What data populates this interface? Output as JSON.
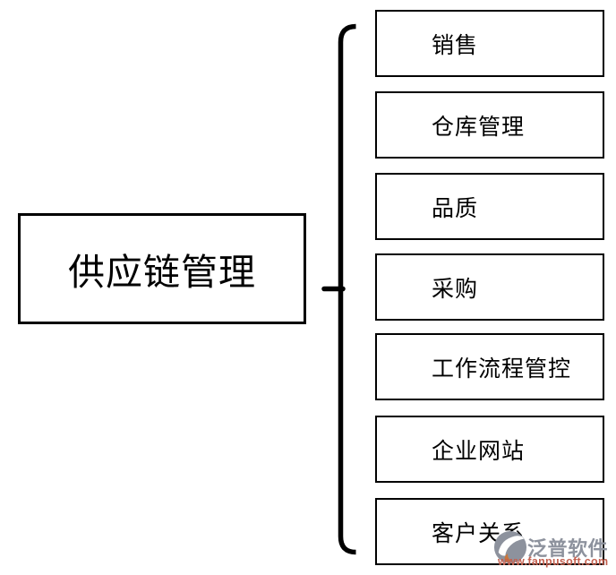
{
  "diagram": {
    "type": "brace-map",
    "root": {
      "label": "供应链管理"
    },
    "branches": [
      {
        "label": "销售"
      },
      {
        "label": "仓库管理"
      },
      {
        "label": "品质"
      },
      {
        "label": "采购"
      },
      {
        "label": "工作流程管控"
      },
      {
        "label": "企业网站"
      },
      {
        "label": "客户关系"
      }
    ]
  },
  "watermark": {
    "brand": "泛普软件",
    "url": "www.fanpusoft.com",
    "logo_icon": "fanpu-swirl-logo"
  },
  "colors": {
    "background": "#ffffff",
    "box_border": "#000000",
    "text": "#000000",
    "brace": "#000000",
    "watermark_gray": "#8d929d",
    "watermark_red": "#c4604f",
    "watermark_orange": "#c9763b"
  }
}
